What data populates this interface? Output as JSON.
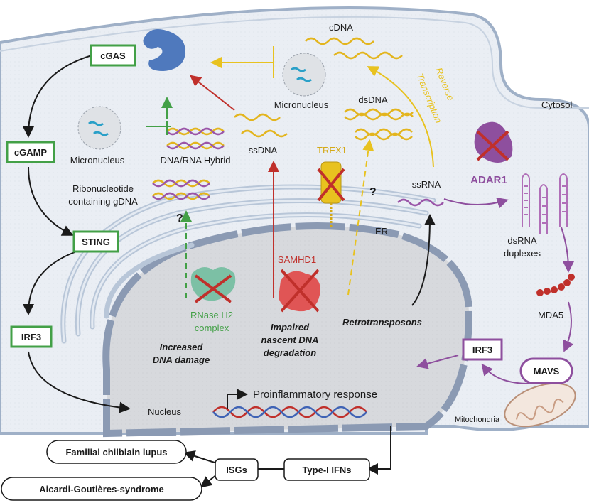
{
  "labels": {
    "cgas": "cGAS",
    "cgamp": "cGAMP",
    "sting": "STING",
    "irf3_left": "IRF3",
    "irf3_right": "IRF3",
    "mavs": "MAVS",
    "mda5": "MDA5",
    "adar1": "ADAR1",
    "cytosol": "Cytosol",
    "mitochondria": "Mitochondria",
    "er": "ER",
    "nucleus": "Nucleus",
    "cdna": "cDNA",
    "dsdna": "dsDNA",
    "ssdna": "ssDNA",
    "ssrna": "ssRNA",
    "dsrna_1": "dsRNA",
    "dsrna_2": "duplexes",
    "micronucleus_top": "Micronucleus",
    "micronucleus_left": "Micronucleus",
    "hybrid": "DNA/RNA Hybrid",
    "ribo_1": "Ribonucleotide",
    "ribo_2": "containing gDNA",
    "reverse_1": "Reverse",
    "reverse_2": "Transcription",
    "trex1": "TREX1",
    "samhd1": "SAMHD1",
    "rnase_1": "RNase H2",
    "rnase_2": "complex",
    "q1": "?",
    "q2": "?",
    "incr_1": "Increased",
    "incr_2": "DNA damage",
    "imp_1": "Impaired",
    "imp_2": "nascent DNA",
    "imp_3": "degradation",
    "retro": "Retrotransposons",
    "proinflam": "Proinflammatory response",
    "ifn": "Type-I IFNs",
    "isgs": "ISGs",
    "lupus": "Familial chilblain lupus",
    "ags": "Aicardi-Goutières-syndrome"
  },
  "colors": {
    "green": "#43a047",
    "purple": "#8e4f9e",
    "yellow": "#e8c21f",
    "red": "#c0302b",
    "cgas_blue": "#4f79bd",
    "cell_bg": "#e9edf3",
    "nucleus": "#d6d8dc",
    "membrane": "#a9b9ce"
  }
}
